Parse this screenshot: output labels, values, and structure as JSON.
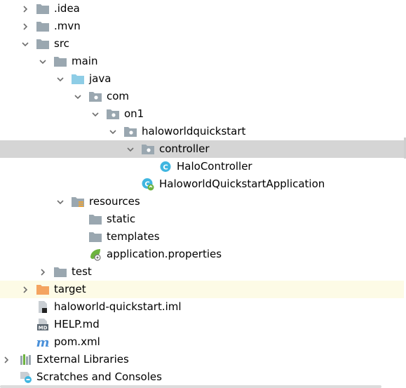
{
  "tree": [
    {
      "label": ".idea",
      "depth": 1,
      "arrow": "right",
      "icon": "folder-icon"
    },
    {
      "label": ".mvn",
      "depth": 1,
      "arrow": "right",
      "icon": "folder-icon"
    },
    {
      "label": "src",
      "depth": 1,
      "arrow": "down",
      "icon": "folder-icon"
    },
    {
      "label": "main",
      "depth": 2,
      "arrow": "down",
      "icon": "folder-icon"
    },
    {
      "label": "java",
      "depth": 3,
      "arrow": "down",
      "icon": "source-folder-icon"
    },
    {
      "label": "com",
      "depth": 4,
      "arrow": "down",
      "icon": "package-icon"
    },
    {
      "label": "on1",
      "depth": 5,
      "arrow": "down",
      "icon": "package-icon"
    },
    {
      "label": "haloworldquickstart",
      "depth": 6,
      "arrow": "down",
      "icon": "package-icon"
    },
    {
      "label": "controller",
      "depth": 7,
      "arrow": "down",
      "icon": "package-icon",
      "selected": true
    },
    {
      "label": "HaloController",
      "depth": 8,
      "arrow": "none",
      "icon": "java-class-icon"
    },
    {
      "label": "HaloworldQuickstartApplication",
      "depth": 7,
      "arrow": "none",
      "icon": "spring-boot-class-icon"
    },
    {
      "label": "resources",
      "depth": 3,
      "arrow": "down",
      "icon": "resources-folder-icon"
    },
    {
      "label": "static",
      "depth": 4,
      "arrow": "none",
      "icon": "folder-icon"
    },
    {
      "label": "templates",
      "depth": 4,
      "arrow": "none",
      "icon": "folder-icon"
    },
    {
      "label": "application.properties",
      "depth": 4,
      "arrow": "none",
      "icon": "spring-properties-icon"
    },
    {
      "label": "test",
      "depth": 2,
      "arrow": "right",
      "icon": "folder-icon"
    },
    {
      "label": "target",
      "depth": 1,
      "arrow": "right",
      "icon": "excluded-folder-icon",
      "excluded": true
    },
    {
      "label": "haloworld-quickstart.iml",
      "depth": 1,
      "arrow": "none",
      "icon": "iml-file-icon"
    },
    {
      "label": "HELP.md",
      "depth": 1,
      "arrow": "none",
      "icon": "markdown-file-icon"
    },
    {
      "label": "pom.xml",
      "depth": 1,
      "arrow": "none",
      "icon": "maven-pom-icon"
    },
    {
      "label": "External Libraries",
      "depth": 0,
      "arrow": "right",
      "icon": "libraries-icon"
    },
    {
      "label": "Scratches and Consoles",
      "depth": 0,
      "arrow": "none",
      "icon": "scratches-icon"
    }
  ],
  "colors": {
    "folder": "#9aa7b0",
    "source_folder": "#8ecde6",
    "excluded_folder": "#f4a460",
    "java_class": "#40b6e0",
    "spring_green": "#6db33f",
    "selected_row": "#d5d5d5",
    "excluded_row": "#fdfbe6",
    "maven_m": "#4a90d9"
  }
}
